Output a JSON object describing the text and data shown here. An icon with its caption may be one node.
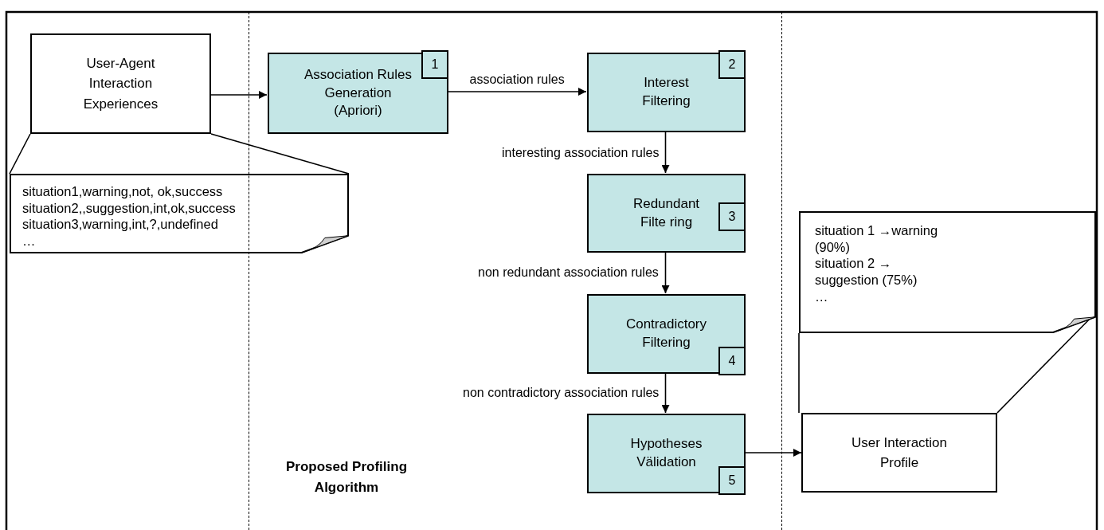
{
  "diagram": {
    "nodes": [
      {
        "text": [
          "User-Agent Interaction Experiences"
        ]
      },
      {
        "text": [
          "situation1,warning,not, ok,success",
          "situation2,,suggestion,int,ok,success",
          "situation3,warning,int,?,undefined",
          "…"
        ]
      },
      {
        "text": [
          "Proposed Profiling Algorithm"
        ]
      },
      {
        "text": [
          "Association Rules Generation (Apriori)",
          "1"
        ],
        "in": 2
      },
      {
        "text": [
          "Interest Filtering",
          "2"
        ],
        "in": 2
      },
      {
        "text": [
          "Redundant Filte ring",
          "3"
        ],
        "in": 2
      },
      {
        "text": [
          "Contradictory Filtering",
          "4"
        ],
        "in": 2
      },
      {
        "text": [
          "Hypotheses Välidation",
          "5"
        ],
        "in": 2
      },
      {
        "text": [
          "situation 1 →warning (90%)",
          "situation 2 → suggestion (75%)",
          "…"
        ]
      },
      {
        "text": [
          "User Interaction Profile"
        ]
      }
    ],
    "edges": [
      {
        "from": 0,
        "to": 1,
        "arrow": "none"
      },
      {
        "from": 0,
        "to": 3,
        "arrow": "to"
      },
      {
        "from": 3,
        "to": 4,
        "arrow": "to",
        "label": "association rules"
      },
      {
        "from": 4,
        "to": 5,
        "arrow": "to",
        "label": "interesting association rules"
      },
      {
        "from": 5,
        "to": 6,
        "arrow": "to",
        "label": "non redundant association rules"
      },
      {
        "from": 6,
        "to": 7,
        "arrow": "to",
        "label": "non contradictory association rules"
      },
      {
        "from": 7,
        "to": 9,
        "arrow": "to"
      },
      {
        "from": 9,
        "to": 8,
        "arrow": "none"
      }
    ]
  }
}
